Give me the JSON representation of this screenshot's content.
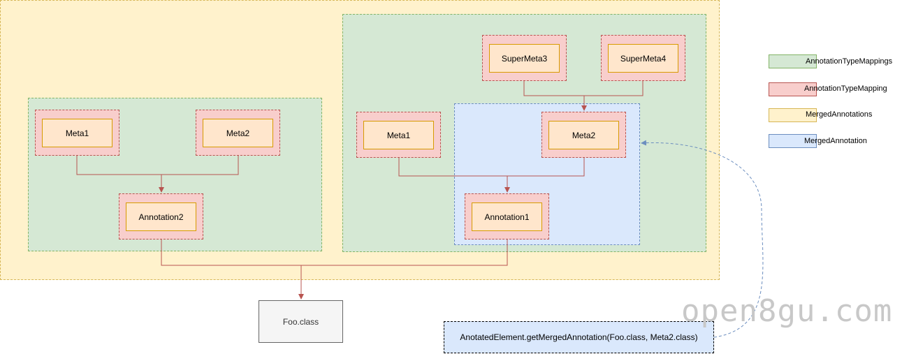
{
  "colors": {
    "mappings_fill": "#d5e8d4",
    "mapping_fill": "#f8cecc",
    "merged_annotations_fill": "#fff2cc",
    "merged_annotation_fill": "#dae8fc",
    "node_fill": "#ffe6cc",
    "edge": "#b85450",
    "dashed_edge": "#6c8ebf"
  },
  "left_group": {
    "meta1": "Meta1",
    "meta2": "Meta2",
    "annotation": "Annotation2"
  },
  "right_group": {
    "supermeta3": "SuperMeta3",
    "supermeta4": "SuperMeta4",
    "meta1": "Meta1",
    "meta2": "Meta2",
    "annotation": "Annotation1"
  },
  "target": "Foo.class",
  "call": "AnotatedElement.getMergedAnnotation(Foo.class, Meta2.class)",
  "legend": [
    {
      "label": "AnnotationTypeMappings",
      "color": "#d5e8d4",
      "border": "#82b366"
    },
    {
      "label": "AnnotationTypeMapping",
      "color": "#f8cecc",
      "border": "#b85450"
    },
    {
      "label": "MergedAnnotations",
      "color": "#fff2cc",
      "border": "#d6b656"
    },
    {
      "label": "MergedAnnotation",
      "color": "#dae8fc",
      "border": "#6c8ebf"
    }
  ],
  "watermark": "open8gu.com"
}
